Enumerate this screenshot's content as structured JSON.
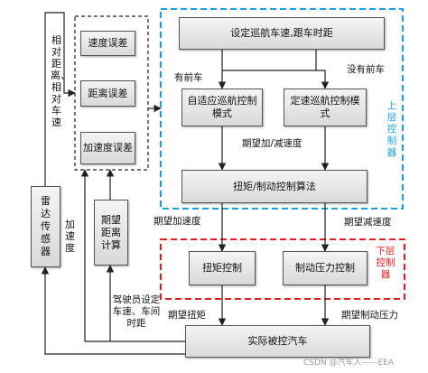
{
  "diagram": {
    "upper": {
      "title_label": "上层控制器",
      "top_box": "设定巡航车速,跟车时距",
      "branch_front_car": "有前车",
      "branch_no_front_car": "没有前车",
      "adaptive_box": "自适应巡航控制模式",
      "constant_box": "定速巡航控制模式",
      "desired_accel_label": "期望加/减速度",
      "algorithm_box": "扭矩/制动控制算法"
    },
    "lower": {
      "title_label": "下层控制器",
      "torque_box": "扭矩控制",
      "brake_box": "制动压力控制"
    },
    "left": {
      "speed_error_box": "速度误差",
      "distance_error_box": "距离误差",
      "accel_error_box": "加速度误差",
      "radar_box": "雷达传感器",
      "desired_distance_box": "期望距离计算",
      "relative_label": "相对距离、相对车速",
      "accel_label": "加速度",
      "driver_label": "驾驶员设定车速、车间时距"
    },
    "flows": {
      "desired_accel": "期望加速度",
      "desired_decel": "期望减速度",
      "desired_torque": "期望扭矩",
      "desired_brake_pressure": "期望制动压力"
    },
    "bottom_box": "实际被控汽车",
    "watermark": "CSDN @汽车人——EEA",
    "colors": {
      "upper_border": "#1a9fe0",
      "lower_border": "#e02020",
      "box_border": "#555555",
      "arrow": "#222222"
    }
  }
}
